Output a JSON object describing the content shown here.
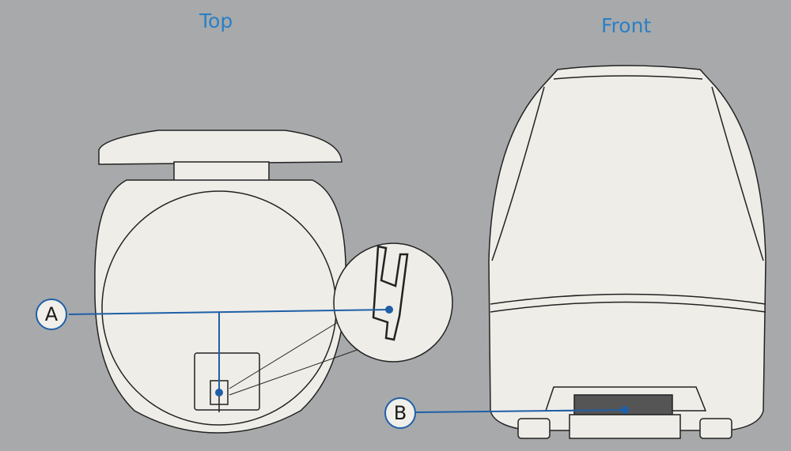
{
  "views": {
    "top_label": "Top",
    "front_label": "Front"
  },
  "callouts": {
    "a": "A",
    "b": "B"
  },
  "colors": {
    "accent": "#2b7fc6",
    "line": "#1f5fa8",
    "device": "#efede8",
    "background": "#a7a9ab"
  }
}
